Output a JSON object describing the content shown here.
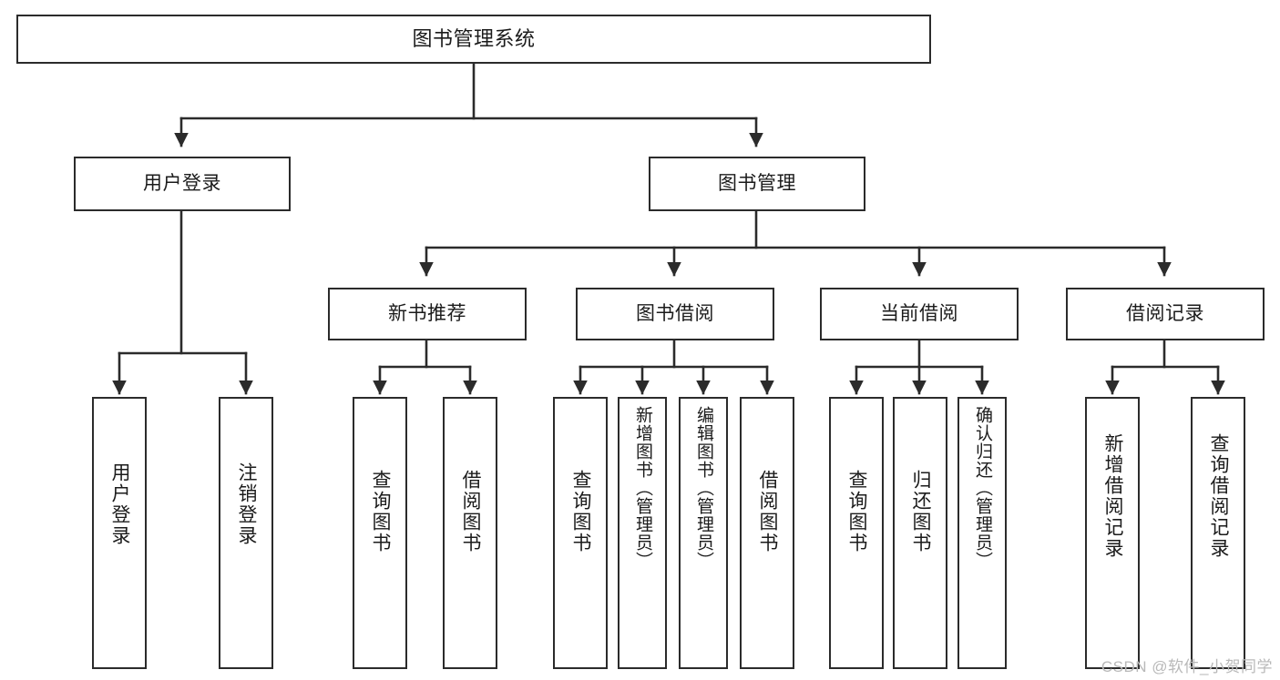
{
  "diagram": {
    "title": "图书管理系统",
    "type": "tree",
    "orientation": "top-down",
    "colors": {
      "box_border": "#2b2b2b",
      "box_fill": "#ffffff",
      "edge": "#2b2b2b",
      "text": "#1b1b1b",
      "background": "#ffffff",
      "watermark": "#b9b9b9"
    }
  },
  "nodes": {
    "root": {
      "label": "图书管理系统",
      "level": 1,
      "orientation": "horizontal"
    },
    "level2": [
      {
        "id": "user-login",
        "label": "用户登录",
        "orientation": "horizontal"
      },
      {
        "id": "book-manage",
        "label": "图书管理",
        "orientation": "horizontal"
      }
    ],
    "level3": [
      {
        "id": "new-book-recommend",
        "label": "新书推荐",
        "orientation": "horizontal",
        "parent": "book-manage"
      },
      {
        "id": "book-borrow",
        "label": "图书借阅",
        "orientation": "horizontal",
        "parent": "book-manage"
      },
      {
        "id": "current-borrow",
        "label": "当前借阅",
        "orientation": "horizontal",
        "parent": "book-manage"
      },
      {
        "id": "borrow-record",
        "label": "借阅记录",
        "orientation": "horizontal",
        "parent": "book-manage"
      }
    ],
    "leaves": [
      {
        "id": "leaf-user-login",
        "label": "用户登录",
        "orientation": "vertical",
        "parent": "user-login"
      },
      {
        "id": "leaf-logout",
        "label": "注销登录",
        "orientation": "vertical",
        "parent": "user-login"
      },
      {
        "id": "leaf-query-book-1",
        "label": "查询图书",
        "orientation": "vertical",
        "parent": "new-book-recommend"
      },
      {
        "id": "leaf-borrow-book-1",
        "label": "借阅图书",
        "orientation": "vertical",
        "parent": "new-book-recommend"
      },
      {
        "id": "leaf-query-book-2",
        "label": "查询图书",
        "orientation": "vertical",
        "parent": "book-borrow"
      },
      {
        "id": "leaf-add-book",
        "label": "新增图书（管理员）",
        "orientation": "vertical",
        "parent": "book-borrow"
      },
      {
        "id": "leaf-edit-book",
        "label": "编辑图书（管理员）",
        "orientation": "vertical",
        "parent": "book-borrow"
      },
      {
        "id": "leaf-borrow-book-2",
        "label": "借阅图书",
        "orientation": "vertical",
        "parent": "book-borrow"
      },
      {
        "id": "leaf-query-book-3",
        "label": "查询图书",
        "orientation": "vertical",
        "parent": "current-borrow"
      },
      {
        "id": "leaf-return-book",
        "label": "归还图书",
        "orientation": "vertical",
        "parent": "current-borrow"
      },
      {
        "id": "leaf-confirm-return",
        "label": "确认归还（管理员）",
        "orientation": "vertical",
        "parent": "current-borrow"
      },
      {
        "id": "leaf-add-record",
        "label": "新增借阅记录",
        "orientation": "vertical",
        "parent": "borrow-record"
      },
      {
        "id": "leaf-query-record",
        "label": "查询借阅记录",
        "orientation": "vertical",
        "parent": "borrow-record"
      }
    ]
  },
  "watermark": {
    "text": "CSDN @软件_小贺同学"
  }
}
